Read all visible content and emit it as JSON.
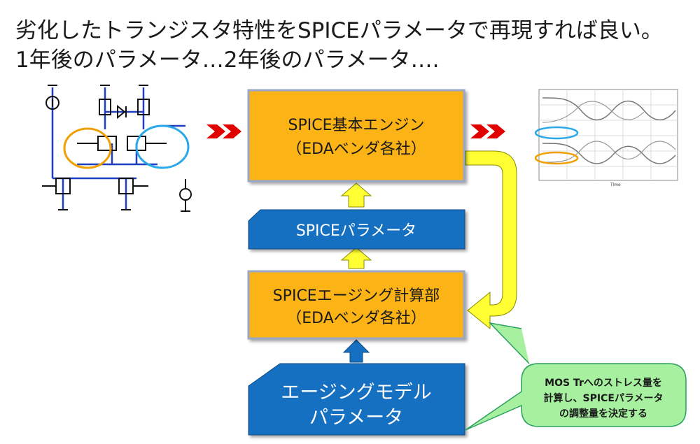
{
  "headline": {
    "line1": "劣化したトランジスタ特性をSPICEパラメータで再現すれば良い。",
    "line2": "1年後のパラメータ…2年後のパラメータ…."
  },
  "engine_box": {
    "line1": "SPICE基本エンジン",
    "line2": "（EDAベンダ各社）"
  },
  "param_box": {
    "label": "SPICEパラメータ"
  },
  "aging_box": {
    "line1": "SPICEエージング計算部",
    "line2": "（EDAベンダ各社）"
  },
  "model_box": {
    "line1": "エージングモデル",
    "line2": "パラメータ"
  },
  "callout": {
    "line1": "MOS Trへのストレス量を",
    "line2": "計算し、SPICEパラメータ",
    "line3": "の調整量を決定する"
  },
  "waveform": {
    "xlabel": "Time"
  },
  "colors": {
    "box_orange": "#FBB317",
    "box_blue": "#1570C1",
    "arrow_yellow": "#FFFF33",
    "chevron_red": "#E00000",
    "callout_green": "#A6F0A0",
    "circle_orange": "#F0A000",
    "circle_blue": "#2AA8E8"
  }
}
